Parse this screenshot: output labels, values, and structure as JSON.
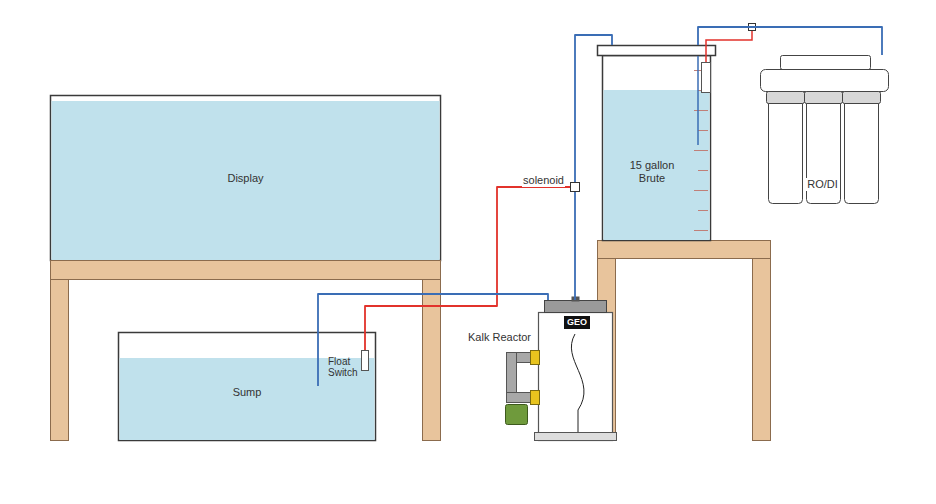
{
  "diagram": {
    "nodes": [
      {
        "text": [
          "Display"
        ]
      },
      {
        "text": [
          "Sump"
        ]
      },
      {
        "text": [
          "Float Switch"
        ],
        "in": 1
      },
      {
        "text": [
          "solenoid"
        ]
      },
      {
        "text": [
          "Kalk Reactor",
          "GEO"
        ]
      },
      {
        "text": [
          "15 gallon Brute"
        ]
      },
      {
        "text": [
          "RO/DI"
        ]
      }
    ],
    "edges": [
      {
        "from": 6,
        "to": 5,
        "arrow": "none"
      },
      {
        "from": 5,
        "to": 3,
        "arrow": "none"
      },
      {
        "from": 3,
        "to": 4,
        "arrow": "none"
      },
      {
        "from": 2,
        "to": 3,
        "arrow": "none"
      },
      {
        "from": 4,
        "to": 1,
        "arrow": "none"
      }
    ]
  }
}
